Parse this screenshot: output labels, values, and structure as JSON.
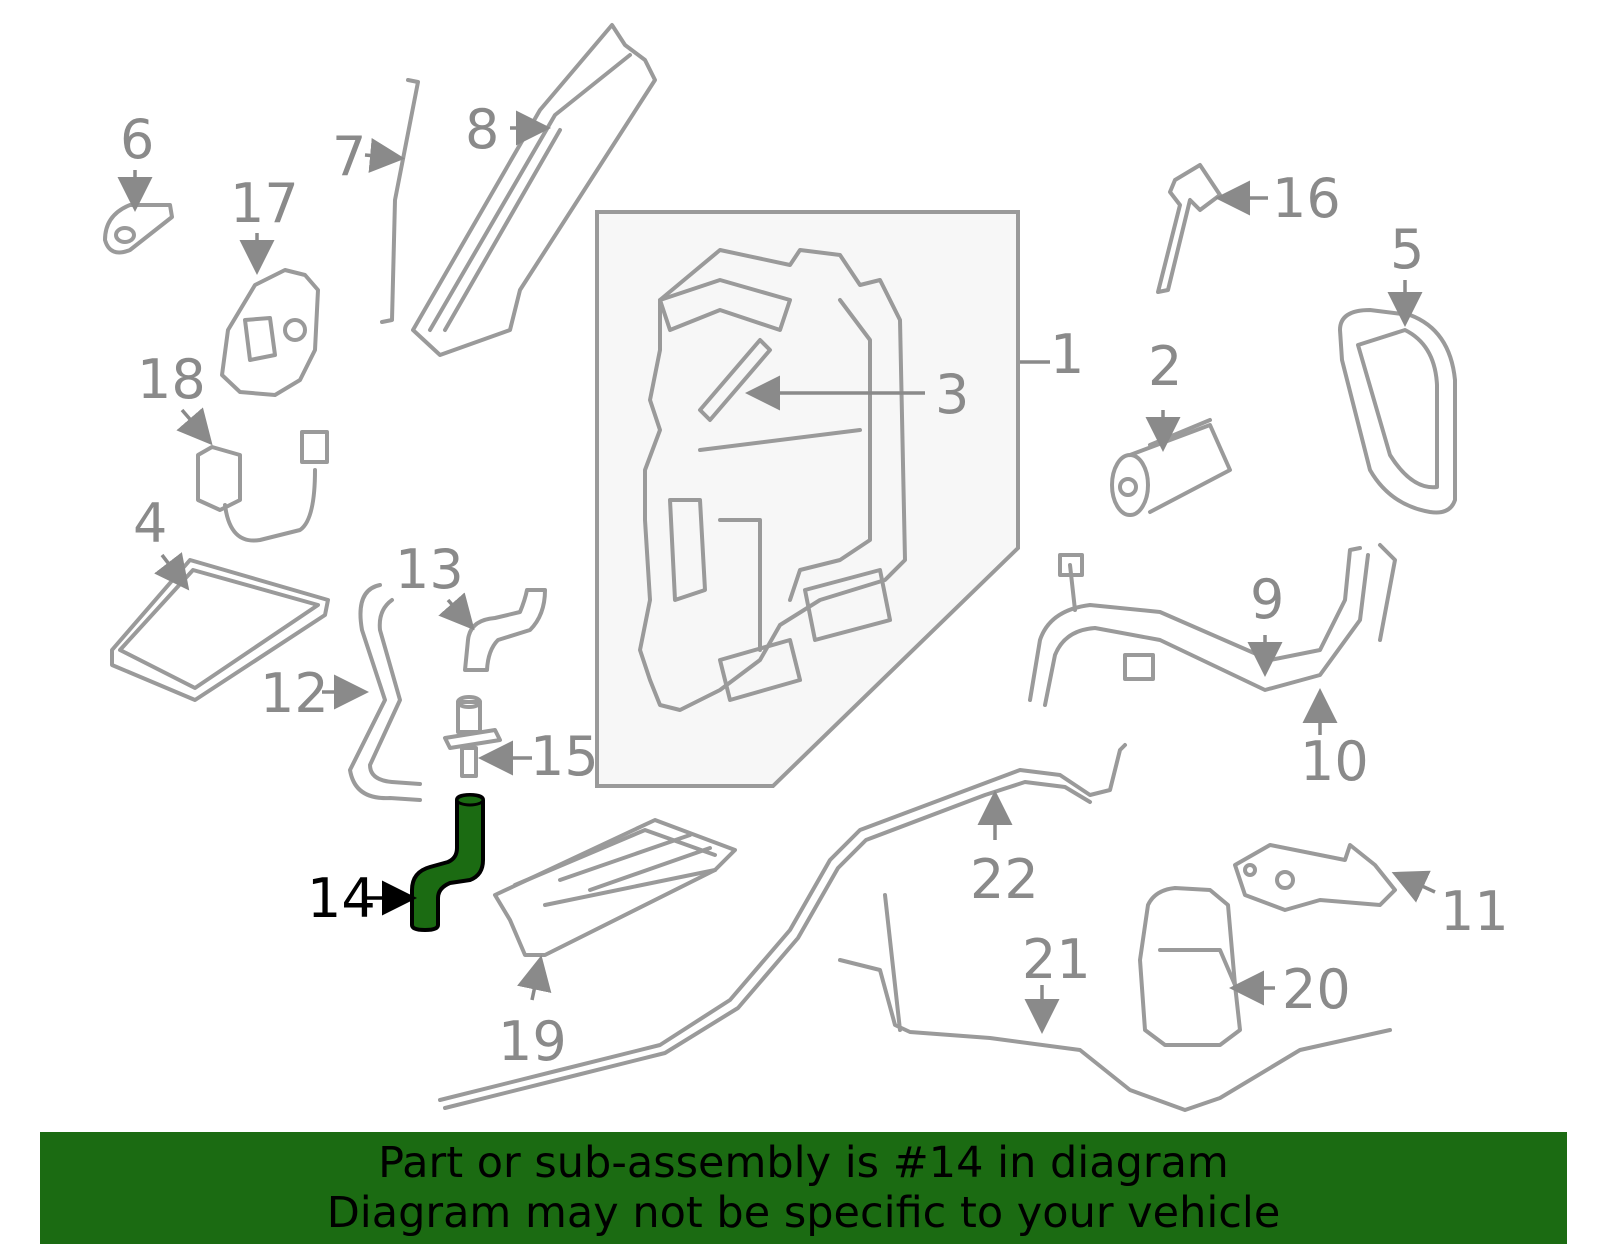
{
  "diagram": {
    "callouts": [
      "1",
      "2",
      "3",
      "4",
      "5",
      "6",
      "7",
      "8",
      "9",
      "10",
      "11",
      "12",
      "13",
      "14",
      "15",
      "16",
      "17",
      "18",
      "19",
      "20",
      "21",
      "22"
    ],
    "highlighted_part": "14",
    "highlight_color": "#1b6b12"
  },
  "banner": {
    "line1": "Part or sub-assembly is #14 in diagram",
    "line2": "Diagram may not be specific to your vehicle",
    "background": "#1b6b12"
  }
}
